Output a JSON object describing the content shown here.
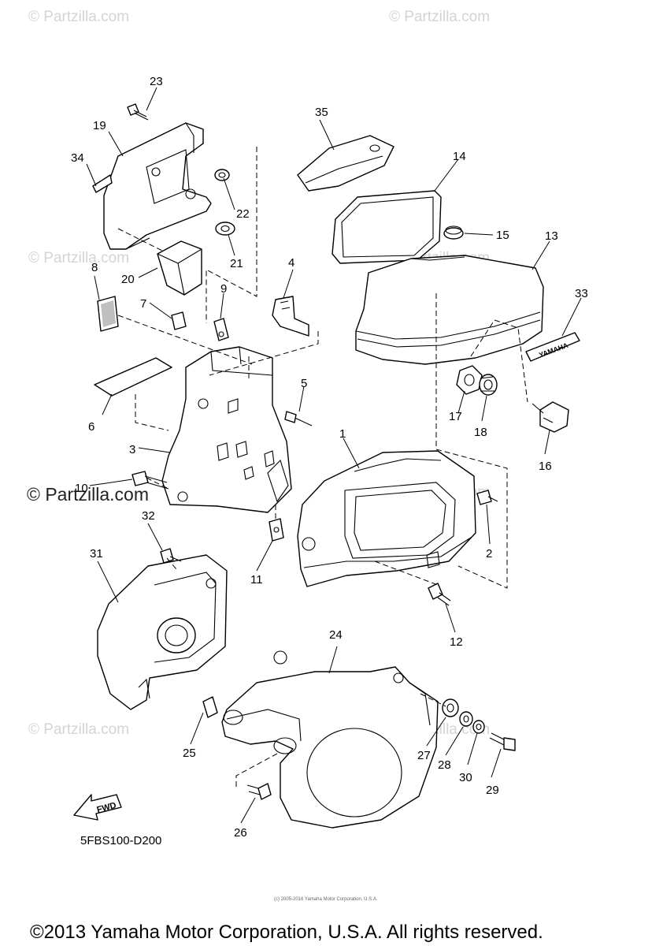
{
  "watermarks": {
    "text": "© Partzilla.com",
    "text_alt": "© Partzilla.com",
    "prominent": "© Partzilla.com"
  },
  "callouts": {
    "c1": "1",
    "c2": "2",
    "c3": "3",
    "c4": "4",
    "c5": "5",
    "c6": "6",
    "c7": "7",
    "c8": "8",
    "c9": "9",
    "c10": "10",
    "c11": "11",
    "c12": "12",
    "c13": "13",
    "c14": "14",
    "c15": "15",
    "c16": "16",
    "c17": "17",
    "c18": "18",
    "c19": "19",
    "c20": "20",
    "c21": "21",
    "c22": "22",
    "c23": "23",
    "c24": "24",
    "c25": "25",
    "c26": "26",
    "c27": "27",
    "c28": "28",
    "c29": "29",
    "c30": "30",
    "c31": "31",
    "c32": "32",
    "c33": "33",
    "c34": "34",
    "c35": "35"
  },
  "emblem_text": "YAMAHA",
  "fwd_label": "FWD",
  "diagram_code": "5FBS100-D200",
  "small_print": "(c) 2005-2016 Yamaha Motor Corporation, U.S.A.",
  "copyright": "©2013 Yamaha Motor Corporation, U.S.A. All rights reserved."
}
